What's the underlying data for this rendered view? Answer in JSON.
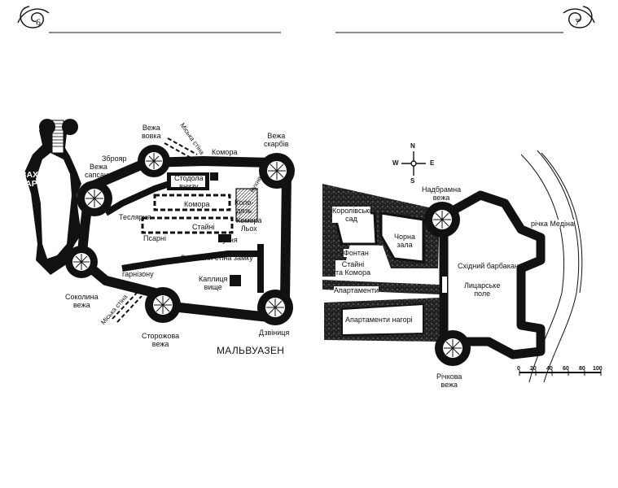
{
  "pages": {
    "left_number": "6",
    "right_number": "7"
  },
  "left_map": {
    "title": "МАЛЬВУАЗЕН",
    "labels": {
      "west_barbican": "ЗАХІДНИЙ\nБАРБАКАН",
      "tower_wolf": "Вежа\nвовка",
      "armory": "Зброяр",
      "tower_sapsan": "Вежа\nсапсана",
      "carpentry": "Теслярня",
      "city_wall_top": "Міська стіна",
      "pantry_top": "Комора",
      "barn_below": "Стодола\nвнизу",
      "treasury_tower": "Вежа\nскарбів",
      "kitchen": "Кухня",
      "pantry_mid": "Комора",
      "well": "Коло-\nдязь",
      "pantry_cellar": "Комора\nЛьох",
      "stables": "Стайні",
      "kennels": "Псарні",
      "smithy": "Кузня",
      "outer_wall": "Зовнішня стіна замку",
      "garrison_hall": "Зал\nгарнізону",
      "chapel": "Каплиця\nвище",
      "falcon_tower": "Соколина\nвежа",
      "city_wall_bottom": "Міська стіна",
      "watch_tower": "Сторожова\nвежа",
      "bell_tower": "Дзвіниця"
    }
  },
  "right_map": {
    "compass": {
      "n": "N",
      "s": "S",
      "e": "E",
      "w": "W"
    },
    "labels": {
      "gate_tower": "Надбрамна\nвежа",
      "royal_garden": "Королівські\nсад",
      "black_hall": "Чорна\nзала",
      "fountain": "Фонтан",
      "stables_pantry": "Стайні\nта Комора",
      "east_barbican": "Східний барбакан",
      "knights_field": "Лицарське\nполе",
      "apartments": "Апартаменти",
      "upper_apartments": "Апартаменти нагорі",
      "river_tower": "Річкова\nвежа",
      "river_medina": "річка Медіна"
    },
    "scale": {
      "ticks": [
        "0",
        "20",
        "40",
        "60",
        "80",
        "100"
      ]
    }
  },
  "colors": {
    "ink": "#111111",
    "paper": "#ffffff",
    "hatch": "#555555"
  }
}
